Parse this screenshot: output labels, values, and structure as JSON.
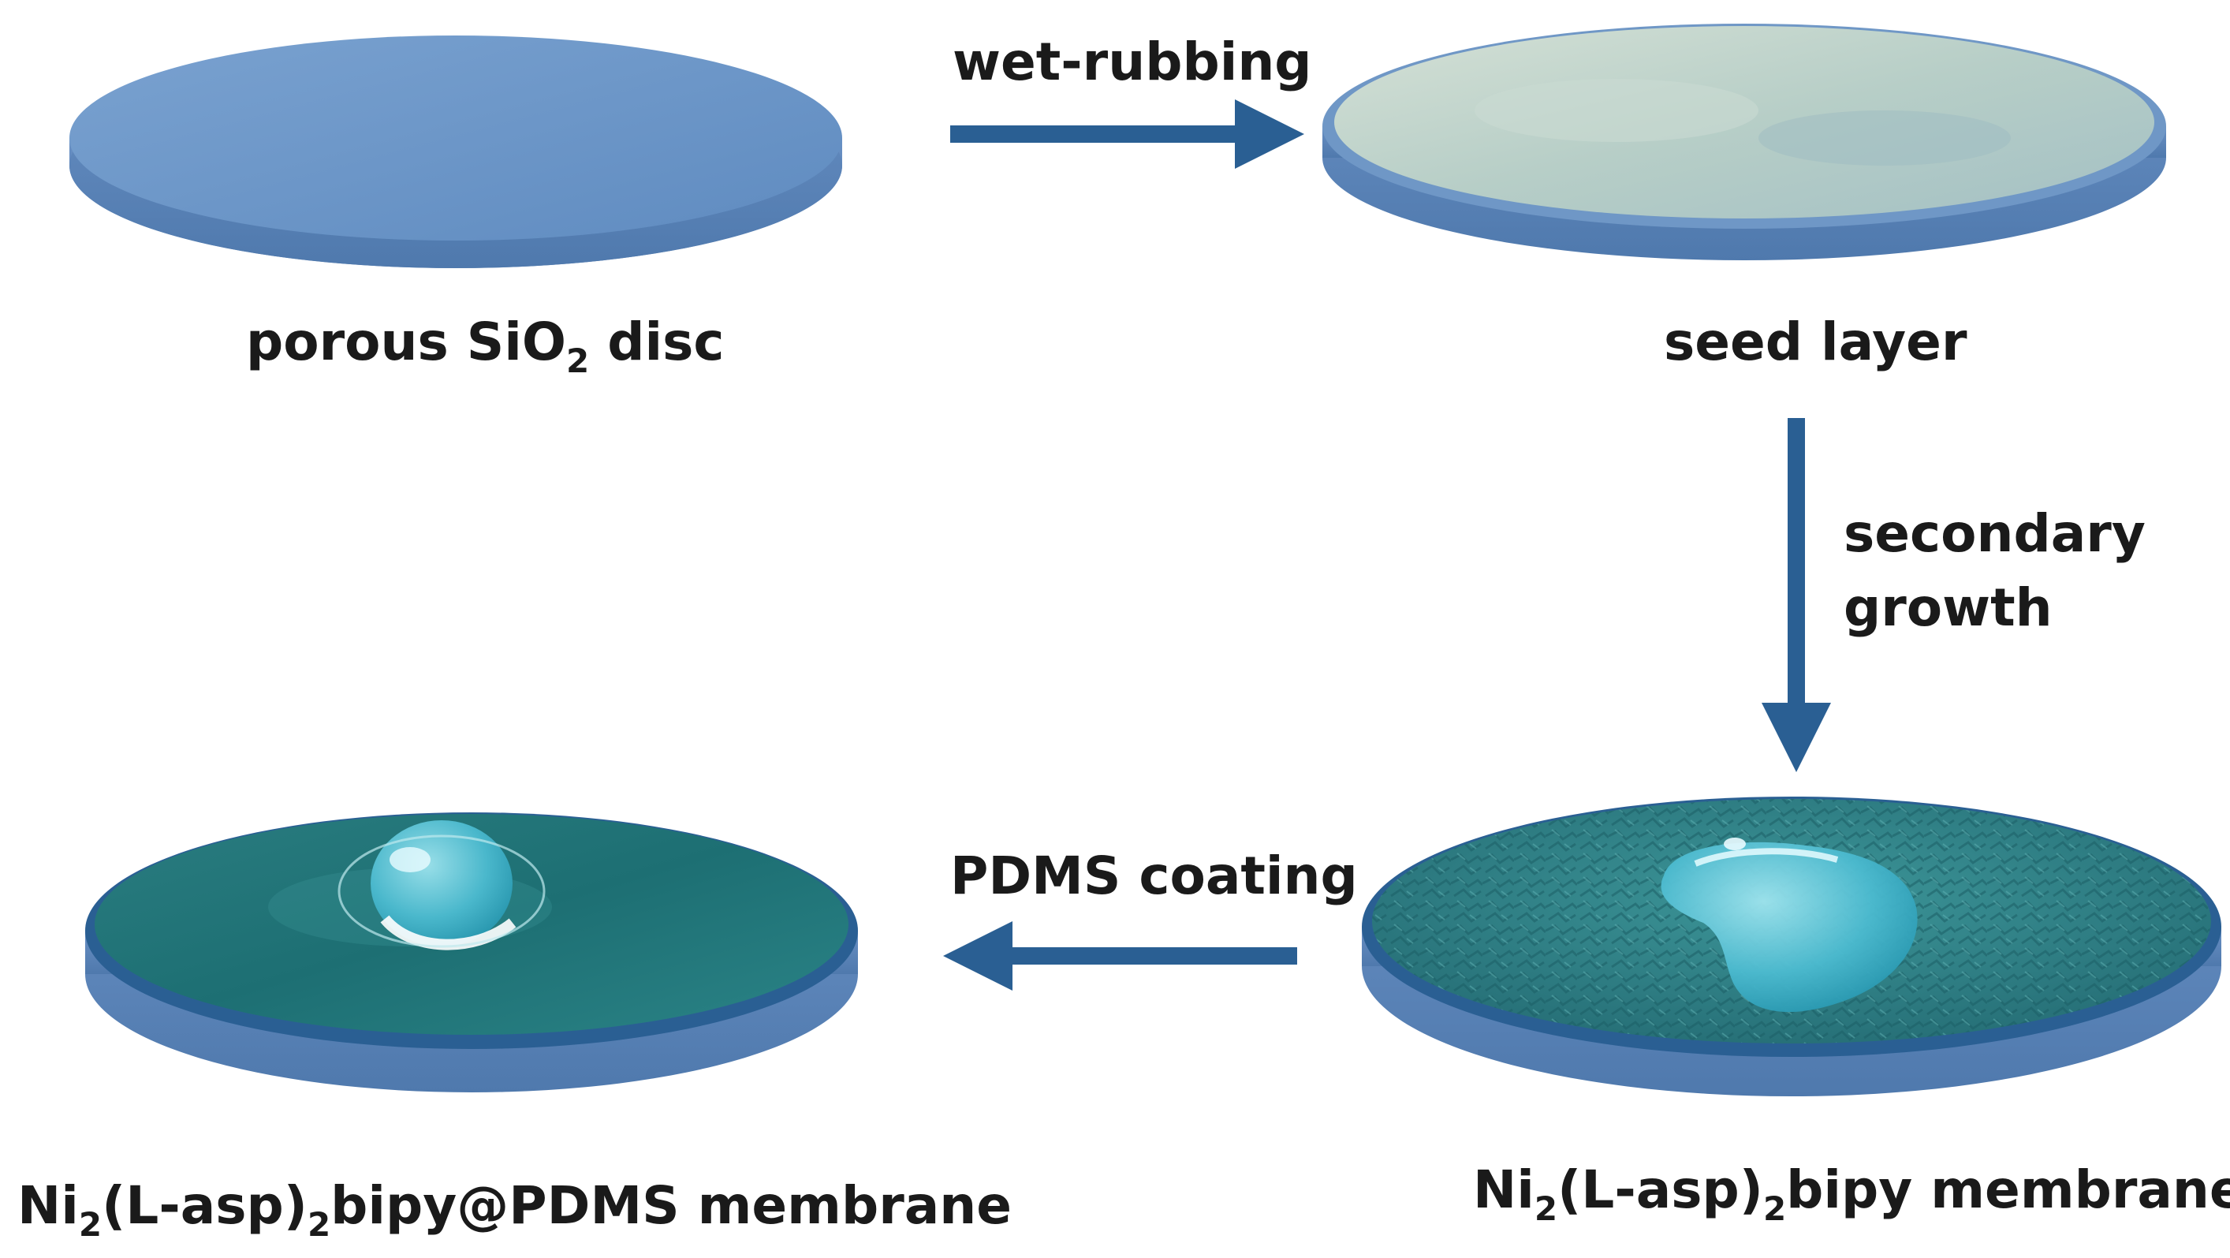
{
  "figure": {
    "captions": {
      "disc": {
        "main": "porous SiO",
        "sub": "2",
        "tail": " disc"
      },
      "seed": {
        "text": "seed layer"
      },
      "ni_membrane": {
        "a": "Ni",
        "sub1": "2",
        "b": "(L-asp)",
        "sub2": "2",
        "c": "bipy membrane"
      },
      "pdms_membrane": {
        "a": "Ni",
        "sub1": "2",
        "b": "(L-asp)",
        "sub2": "2",
        "c": "bipy@PDMS membrane"
      }
    },
    "steps": {
      "wet_rubbing": "wet-rubbing",
      "secondary_growth_line1": "secondary",
      "secondary_growth_line2": "growth",
      "pdms_coating": "PDMS coating"
    },
    "colors": {
      "arrow": "#2a5f93",
      "disc_top": "#6f97c6",
      "disc_side": "#5983b8",
      "seed_top": "#b8cfc8",
      "membrane_top": "#2f7f86",
      "pdms_top": "#1f7b7e",
      "droplet": "#5cc7d6"
    }
  }
}
